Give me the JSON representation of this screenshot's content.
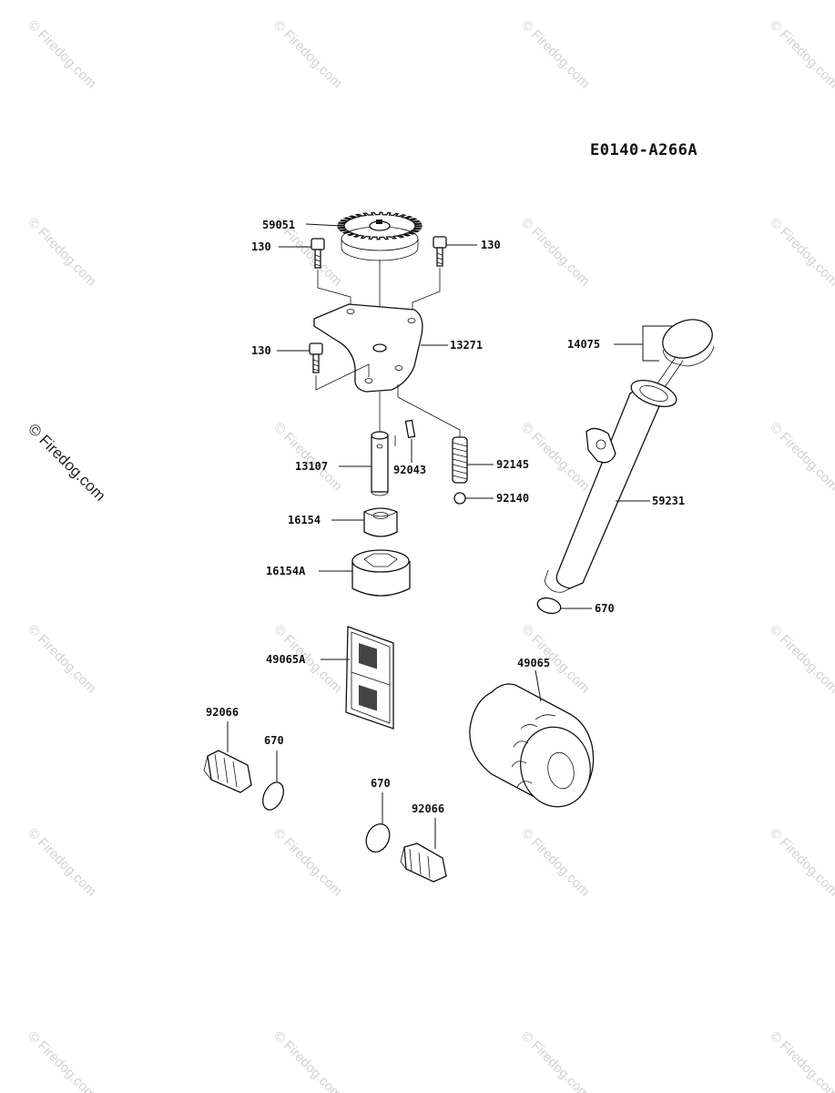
{
  "diagram_code": "E0140-A266A",
  "watermark": {
    "text": "© Firedog.com",
    "main_text": "© Firedog.com"
  },
  "labels": {
    "gear": "59051",
    "bolt_left_top": "130",
    "bolt_right_top": "130",
    "bolt_left_mid": "130",
    "cover": "13271",
    "shaft": "13107",
    "pin": "92043",
    "spring": "92145",
    "ball": "92140",
    "inner_rotor": "16154",
    "outer_rotor": "16154A",
    "cap_gauge": "14075",
    "filler_tube": "59231",
    "oring_tube": "670",
    "filter_screen": "49065A",
    "oil_filter": "49065",
    "plug_left": "92066",
    "oring_left": "670",
    "oring_center": "670",
    "plug_center": "92066"
  }
}
